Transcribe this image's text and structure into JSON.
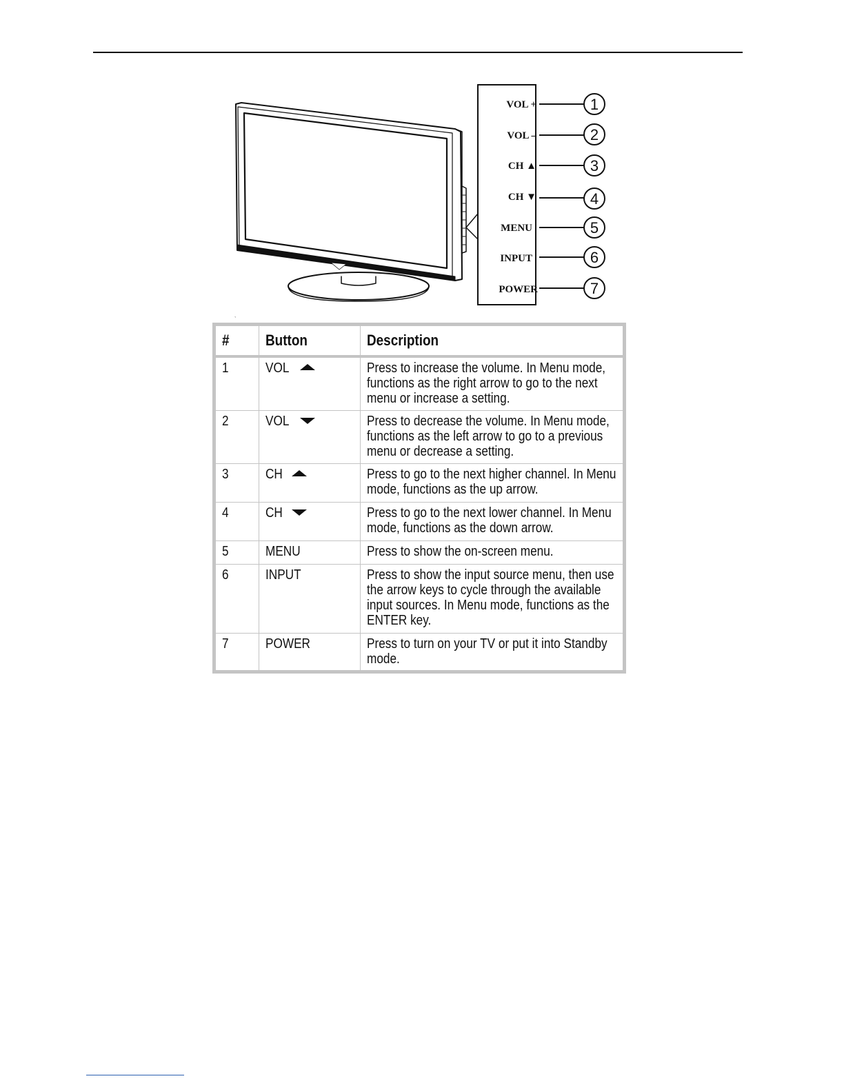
{
  "diagram": {
    "labels": [
      {
        "num": "1",
        "text": "VOL +"
      },
      {
        "num": "2",
        "text": "VOL –"
      },
      {
        "num": "3",
        "text": "CH ▲"
      },
      {
        "num": "4",
        "text": "CH ▼"
      },
      {
        "num": "5",
        "text": "MENU"
      },
      {
        "num": "6",
        "text": "INPUT"
      },
      {
        "num": "7",
        "text": "POWER"
      }
    ],
    "tick_mark": "ˎ"
  },
  "table": {
    "headers": {
      "num": "#",
      "button": "Button",
      "description": "Description"
    },
    "rows": [
      {
        "num": "1",
        "button": "VOL",
        "arrow": "up",
        "description": "Press to increase the volume. In Menu mode, functions as the right arrow to go to the next menu or increase a setting."
      },
      {
        "num": "2",
        "button": "VOL",
        "arrow": "down",
        "description": "Press to decrease the volume. In Menu mode, functions as the left arrow to go to a previous menu or decrease a setting."
      },
      {
        "num": "3",
        "button": "CH",
        "arrow": "up",
        "description": "Press to go to the next higher channel. In Menu mode, functions as the up arrow."
      },
      {
        "num": "4",
        "button": "CH",
        "arrow": "down",
        "description": "Press to go to the next lower channel. In Menu mode, functions as the down arrow."
      },
      {
        "num": "5",
        "button": "MENU",
        "arrow": "",
        "description": "Press to show the on-screen menu."
      },
      {
        "num": "6",
        "button": "INPUT",
        "arrow": "",
        "description": "Press to show the input source menu, then use the arrow keys to cycle through the available input sources. In Menu mode, functions as the ENTER key."
      },
      {
        "num": "7",
        "button": "POWER",
        "arrow": "",
        "description": "Press to turn on your TV or put it into Standby mode."
      }
    ]
  }
}
